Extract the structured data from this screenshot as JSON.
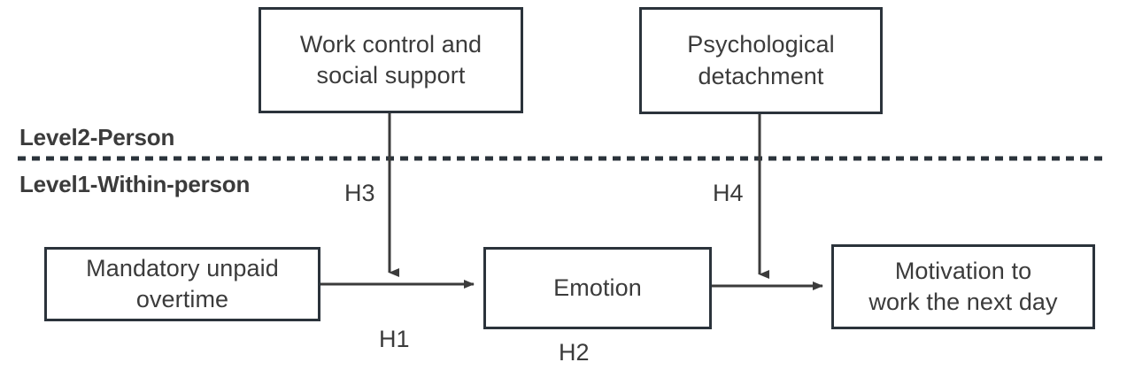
{
  "diagram": {
    "title_present": false,
    "colors": {
      "box_border": "#2b333b",
      "text": "#3b3b3b",
      "line": "#3b3b3b",
      "background": "#ffffff"
    },
    "nodes": [
      {
        "id": "work-control",
        "line1": "Work control and",
        "line2": "social support",
        "level": "Level2-Person"
      },
      {
        "id": "psychological-detachment",
        "line1": "Psychological",
        "line2": "detachment",
        "level": "Level2-Person"
      },
      {
        "id": "mandatory-overtime",
        "line1": "Mandatory unpaid",
        "line2": "overtime",
        "level": "Level1-Within-person"
      },
      {
        "id": "emotion",
        "line1": "Emotion",
        "line2": "",
        "level": "Level1-Within-person"
      },
      {
        "id": "motivation",
        "line1": "Motivation to",
        "line2": "work the next day",
        "level": "Level1-Within-person"
      }
    ],
    "levels": {
      "upper": "Level2-Person",
      "lower": "Level1-Within-person"
    },
    "hypotheses": [
      {
        "id": "H1",
        "label": "H1",
        "from": "mandatory-overtime",
        "to": "emotion"
      },
      {
        "id": "H2",
        "label": "H2",
        "from": "emotion",
        "to": "motivation"
      },
      {
        "id": "H3",
        "label": "H3",
        "from": "work-control",
        "to": "mandatory-overtime-to-emotion-path"
      },
      {
        "id": "H4",
        "label": "H4",
        "from": "psychological-detachment",
        "to": "emotion-to-motivation-path"
      }
    ]
  }
}
